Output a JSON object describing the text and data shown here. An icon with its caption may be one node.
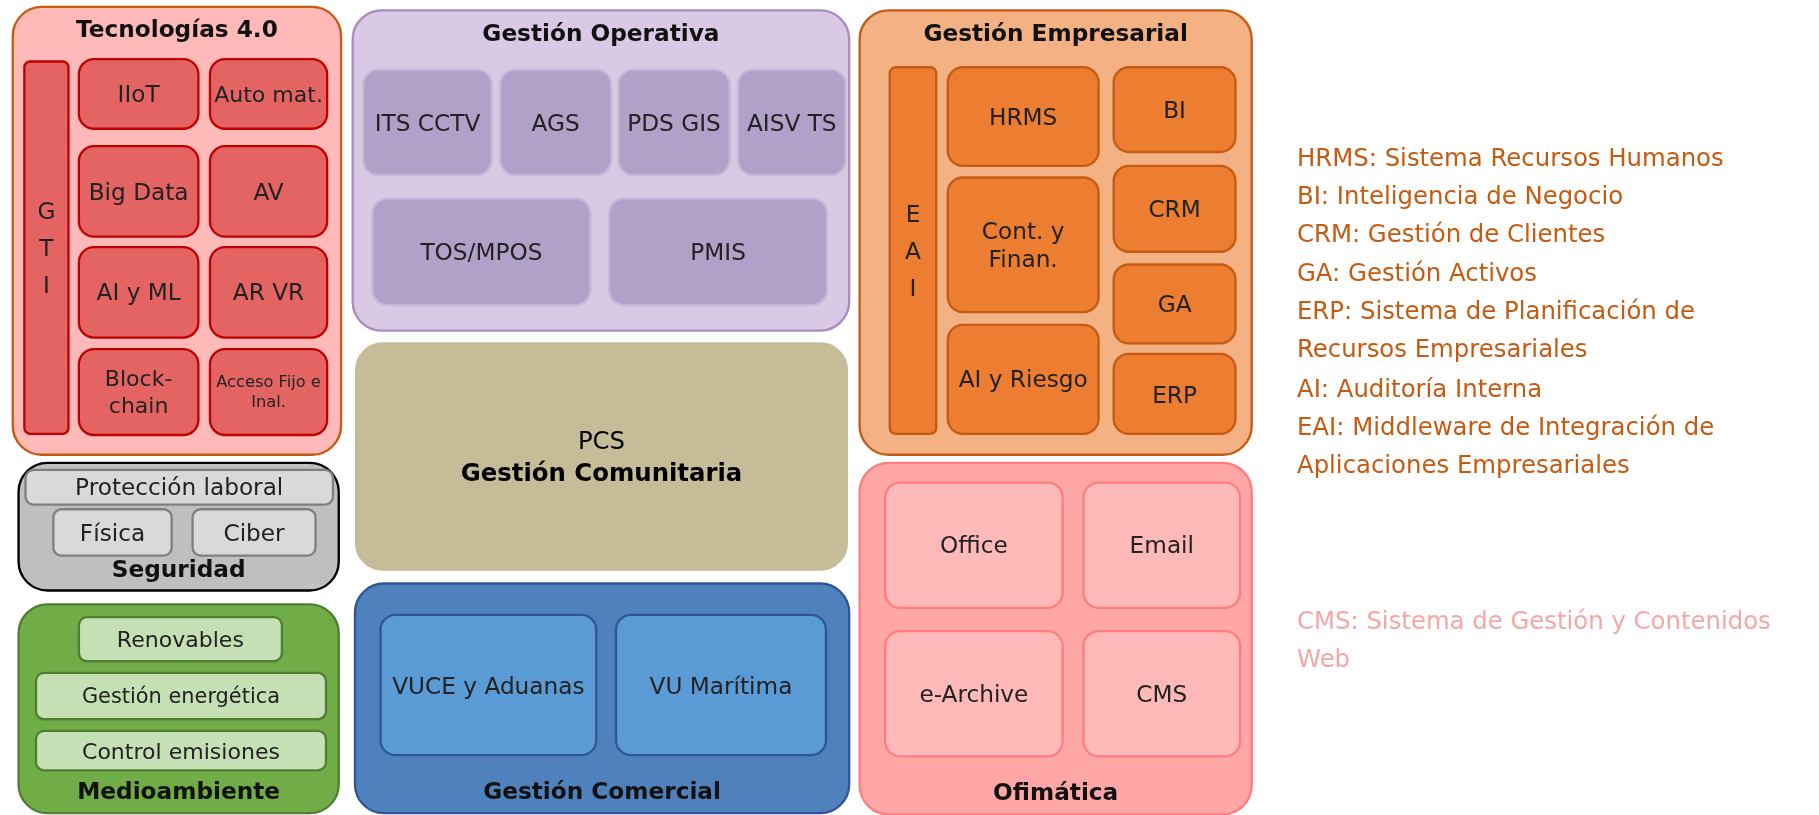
{
  "diagram": {
    "nodes": [
      {
        "text": [
          "Tecnologías 4.0"
        ]
      },
      {
        "text": [
          "G T I"
        ],
        "in": 0
      },
      {
        "text": [
          "IIoT"
        ],
        "in": 0
      },
      {
        "text": [
          "Auto mat."
        ],
        "in": 0
      },
      {
        "text": [
          "Big Data"
        ],
        "in": 0
      },
      {
        "text": [
          "AV"
        ],
        "in": 0
      },
      {
        "text": [
          "AI y ML"
        ],
        "in": 0
      },
      {
        "text": [
          "AR VR"
        ],
        "in": 0
      },
      {
        "text": [
          "Block-chain"
        ],
        "in": 0
      },
      {
        "text": [
          "Acceso Fijo e Inal."
        ],
        "in": 0
      },
      {
        "text": [
          "Gestión Operativa"
        ]
      },
      {
        "text": [
          "ITS CCTV"
        ],
        "in": 10
      },
      {
        "text": [
          "AGS"
        ],
        "in": 10
      },
      {
        "text": [
          "PDS GIS"
        ],
        "in": 10
      },
      {
        "text": [
          "AISV TS"
        ],
        "in": 10
      },
      {
        "text": [
          "TOS/MPOS"
        ],
        "in": 10
      },
      {
        "text": [
          "PMIS"
        ],
        "in": 10
      },
      {
        "text": [
          "Gestión Empresarial"
        ]
      },
      {
        "text": [
          "E A I"
        ],
        "in": 17
      },
      {
        "text": [
          "HRMS"
        ],
        "in": 17
      },
      {
        "text": [
          "BI"
        ],
        "in": 17
      },
      {
        "text": [
          "Cont. y Finan."
        ],
        "in": 17
      },
      {
        "text": [
          "CRM"
        ],
        "in": 17
      },
      {
        "text": [
          "GA"
        ],
        "in": 17
      },
      {
        "text": [
          "AI y Riesgo"
        ],
        "in": 17
      },
      {
        "text": [
          "ERP"
        ],
        "in": 17
      },
      {
        "text": [
          "Seguridad"
        ]
      },
      {
        "text": [
          "Protección laboral"
        ],
        "in": 26
      },
      {
        "text": [
          "Física"
        ],
        "in": 26
      },
      {
        "text": [
          "Ciber"
        ],
        "in": 26
      },
      {
        "text": [
          "PCS",
          "Gestión Comunitaria"
        ]
      },
      {
        "text": [
          "Medioambiente"
        ]
      },
      {
        "text": [
          "Renovables"
        ],
        "in": 31
      },
      {
        "text": [
          "Gestión energética"
        ],
        "in": 31
      },
      {
        "text": [
          "Control emisiones"
        ],
        "in": 31
      },
      {
        "text": [
          "Gestión Comercial"
        ]
      },
      {
        "text": [
          "VUCE y Aduanas"
        ],
        "in": 35
      },
      {
        "text": [
          "VU Marítima"
        ],
        "in": 35
      },
      {
        "text": [
          "Ofimática"
        ]
      },
      {
        "text": [
          "Office"
        ],
        "in": 38
      },
      {
        "text": [
          "Email"
        ],
        "in": 38
      },
      {
        "text": [
          "e-Archive"
        ],
        "in": 38
      },
      {
        "text": [
          "CMS"
        ],
        "in": 38
      }
    ],
    "edges": [],
    "labels": [
      "HRMS: Sistema Recursos Humanos",
      "BI: Inteligencia de Negocio",
      "CRM: Gestión de Clientes",
      "GA: Gestión Activos",
      "ERP: Sistema de Planificación de Recursos Empresariales",
      "AI: Auditoría Interna",
      "EAI: Middleware de Integración de Aplicaciones Empresariales",
      "CMS: Sistema de Gestión y Contenidos Web"
    ]
  }
}
